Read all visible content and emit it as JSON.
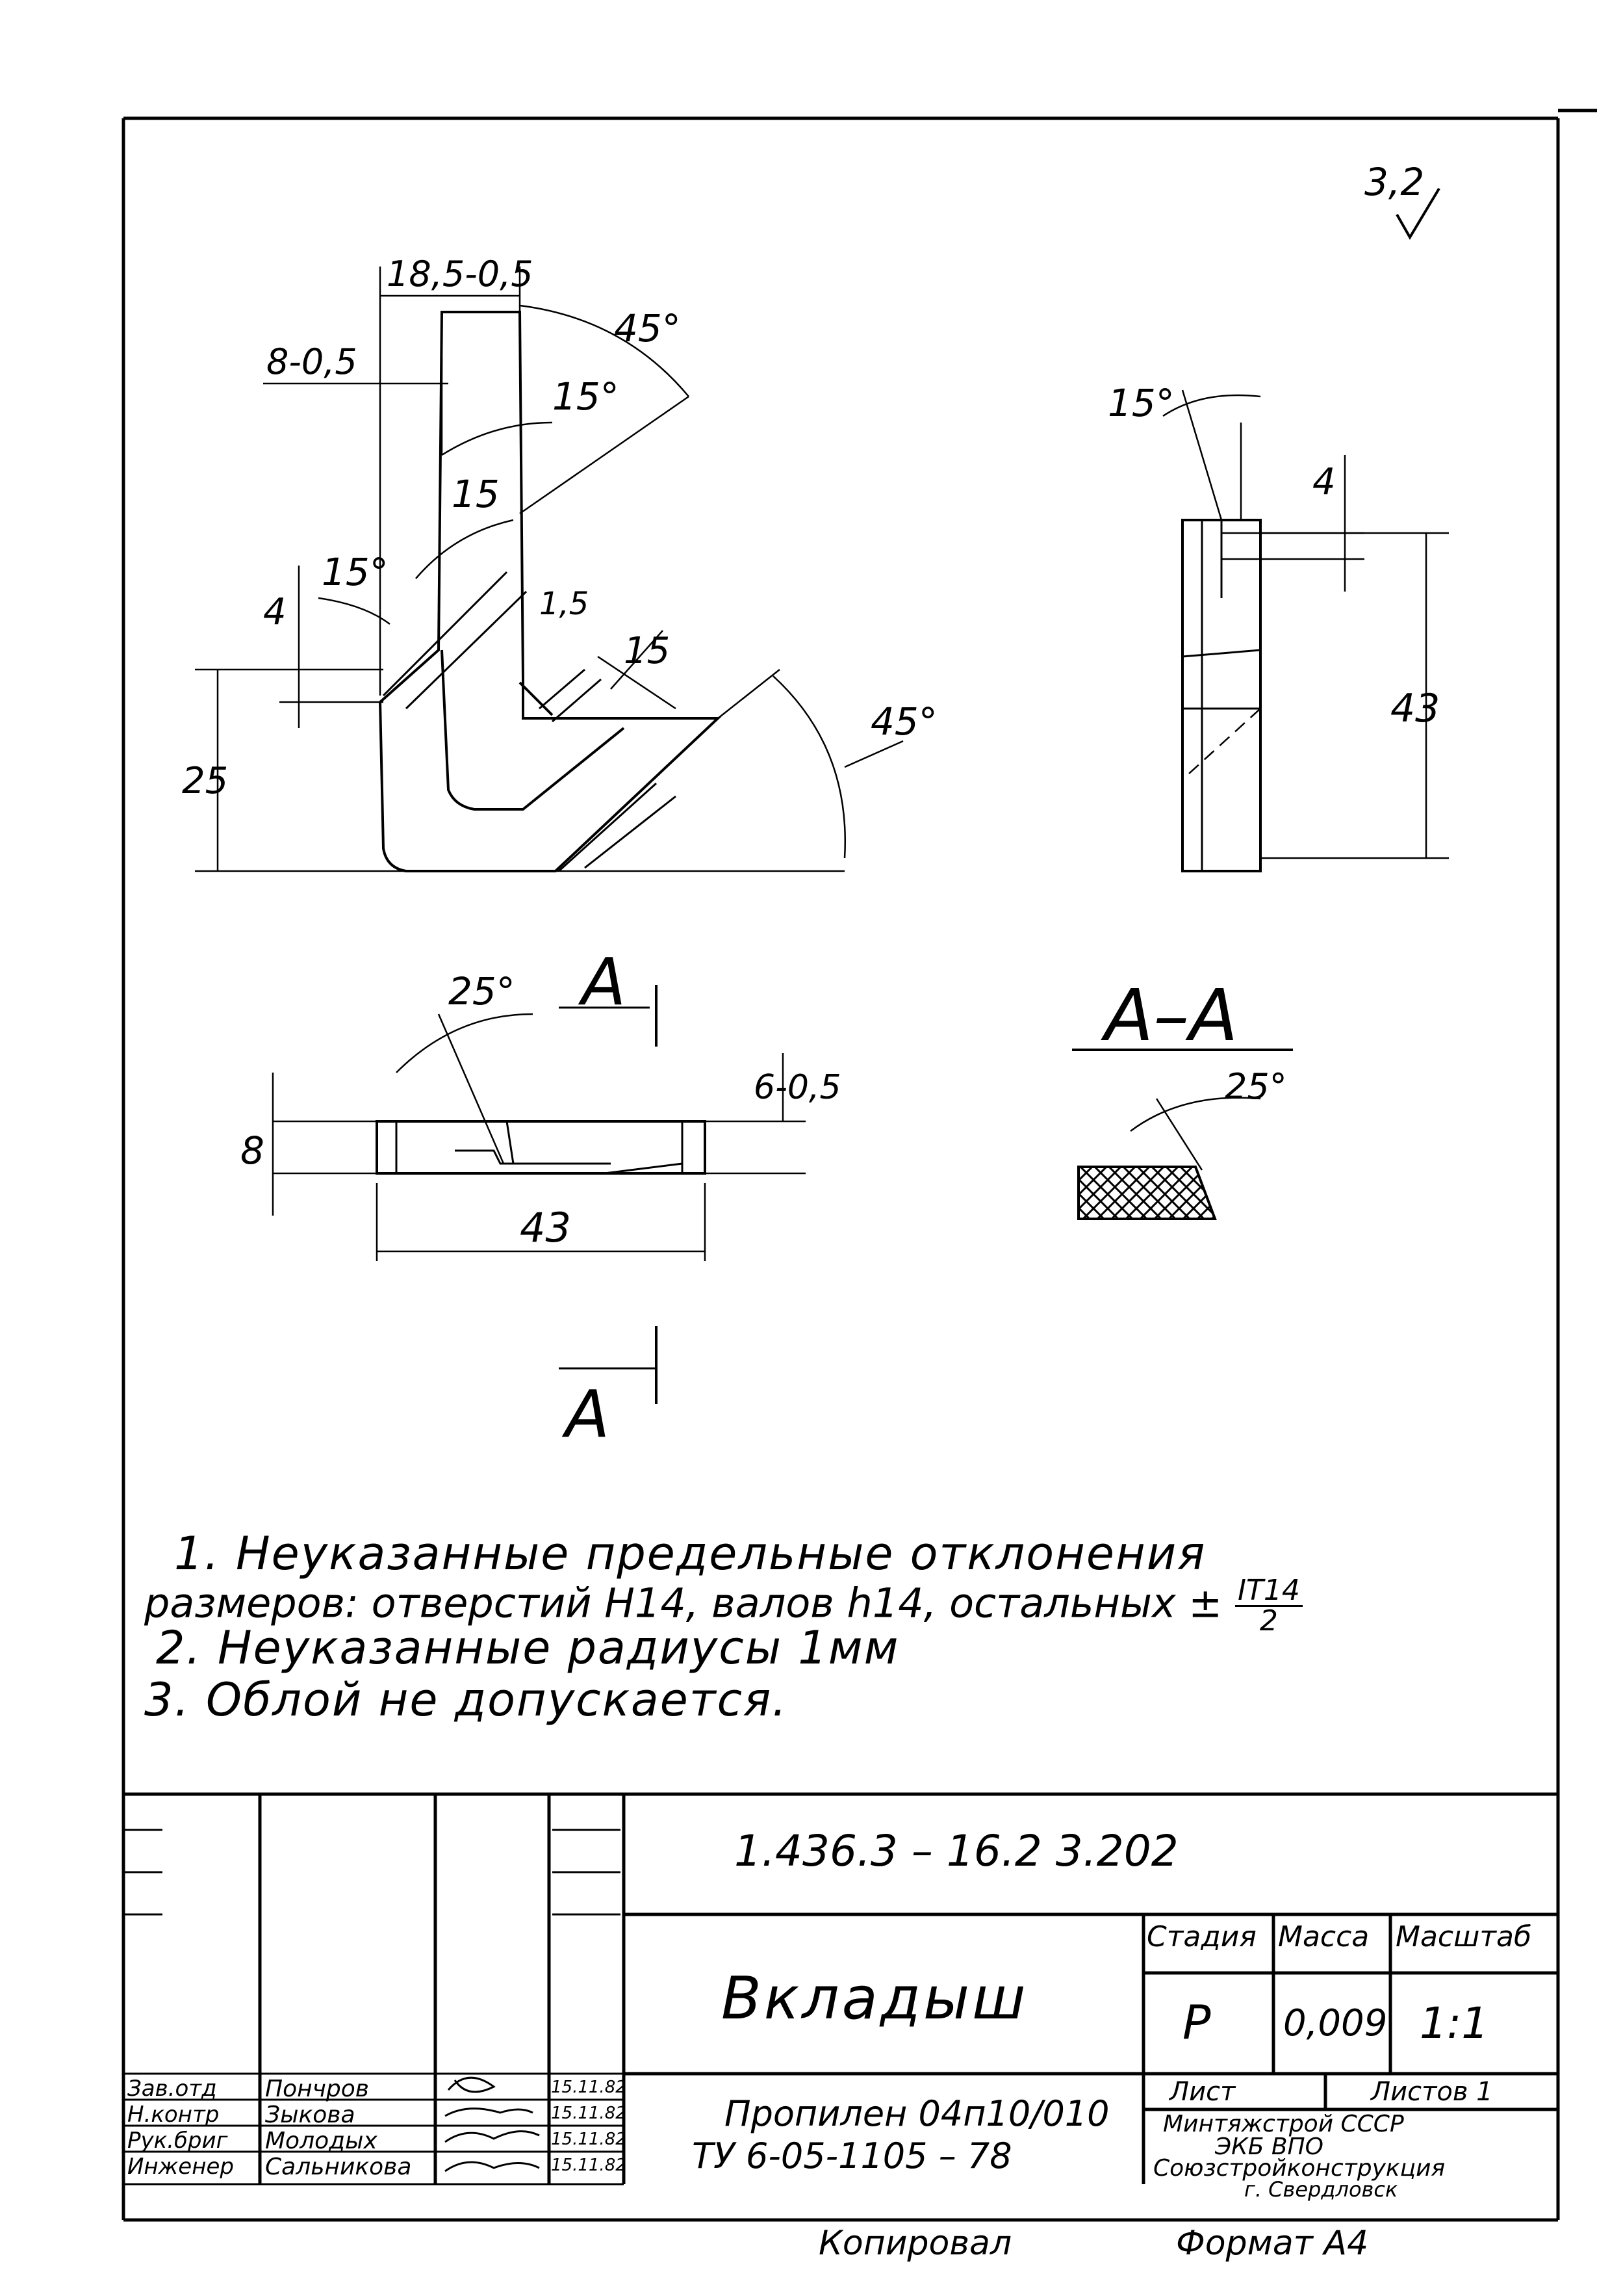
{
  "drawing": {
    "roughness": "3,2",
    "dims": {
      "d_185": "18,5-0,5",
      "d_8": "8-0,5",
      "d_4a": "4",
      "d_25": "25",
      "d_15a": "1,5",
      "d_15b": "15",
      "ang_45a": "45°",
      "ang_15a": "15°",
      "ang_15b": "15",
      "ang_15c": "15°",
      "ang_45b": "45°",
      "side_15": "15°",
      "side_4": "4",
      "side_43": "43",
      "plan_25": "25°",
      "plan_6": "6-0,5",
      "plan_8": "8",
      "plan_43": "43",
      "sec_a_top": "А",
      "sec_a_bottom": "А",
      "sec_title": "А–А",
      "sec_25": "25°"
    }
  },
  "notes": {
    "n1a": "1. Неуказанные предельные отклонения",
    "n1b": "размеров: отверстий Н14, валов h14, остальных ±",
    "n1_frac_num": "IT14",
    "n1_frac_den": "2",
    "n2": "2. Неуказанные радиусы 1мм",
    "n3": "3. Облой не допускается."
  },
  "title_block": {
    "doc_number": "1.436.3 – 16.2 3.202",
    "name": "Вкладыш",
    "hdr_stage": "Стадия",
    "hdr_mass": "Масса",
    "hdr_scale": "Масштаб",
    "stage": "Р",
    "mass": "0,009",
    "scale": "1:1",
    "sheet": "Лист",
    "sheets": "Листов 1",
    "material_1": "Пропилен 04п10/010",
    "material_2": "ТУ 6-05-1105 – 78",
    "org_1": "Минтяжстрой СССР",
    "org_2": "ЭКБ ВПО",
    "org_3": "Союзстройконструкция",
    "org_4": "г. Свердловск",
    "roles": [
      "Зав.отд",
      "Н.контр",
      "Рук.бриг",
      "Инженер"
    ],
    "names": [
      "Пончров",
      "Зыкова",
      "Молодых",
      "Сальникова"
    ],
    "dates": [
      "15.11.82",
      "15.11.82",
      "15.11.82",
      "15.11.82"
    ],
    "copied": "Копировал",
    "format": "Формат А4"
  }
}
